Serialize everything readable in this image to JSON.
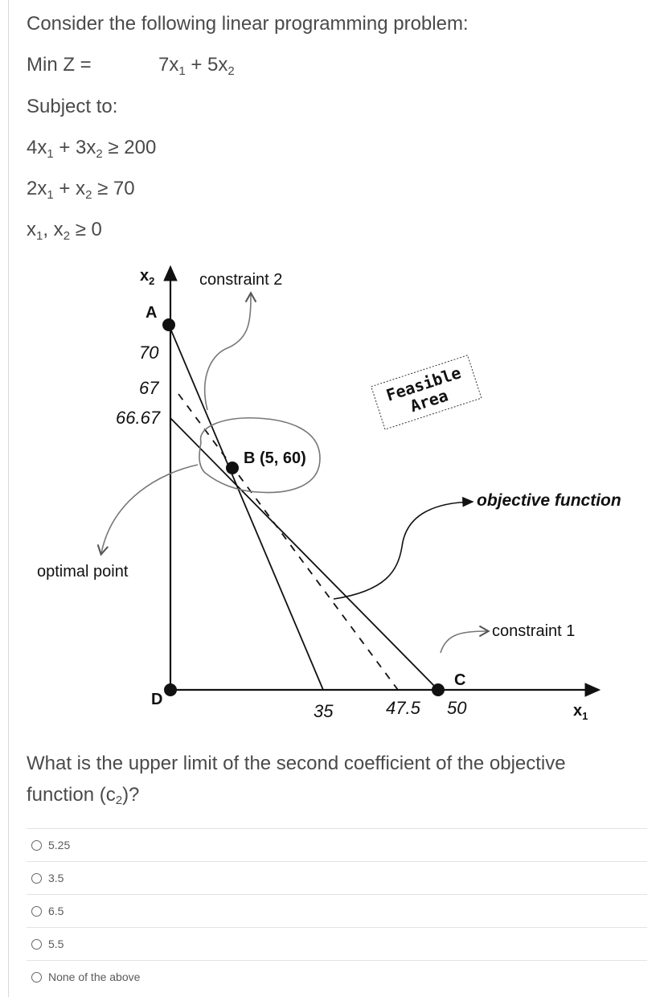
{
  "problem": {
    "intro": "Consider the following linear programming problem:",
    "objective_label": "Min Z =",
    "objective_expr": {
      "c1": "7x",
      "s1": "1",
      "plus": " + 5x",
      "s2": "2"
    },
    "subject_to": "Subject to:",
    "constraint1": {
      "a": "4x",
      "s1": "1",
      "b": " + 3x",
      "s2": "2",
      "c": " ≥ 200"
    },
    "constraint2": {
      "a": "2x",
      "s1": "1",
      "b": " + x",
      "s2": "2",
      "c": " ≥ 70"
    },
    "nonneg": {
      "a": "x",
      "s1": "1",
      "b": ", x",
      "s2": "2",
      "c": " ≥ 0"
    }
  },
  "figure": {
    "x_axis_label": "x",
    "x_axis_sub": "1",
    "y_axis_label": "x",
    "y_axis_sub": "2",
    "point_A": "A",
    "point_B": "B (5, 60)",
    "point_C": "C",
    "point_D": "D",
    "y_tick_70": "70",
    "y_tick_67": "67",
    "y_tick_6667": "66.67",
    "x_tick_35": "35",
    "x_tick_475": "47.5",
    "x_tick_50": "50",
    "constraint2_label": "constraint 2",
    "constraint1_label": "constraint 1",
    "objective_label": "objective function",
    "optimal_label": "optimal point",
    "feasible_line1": "Feasible",
    "feasible_line2": "Area"
  },
  "question": {
    "text": "What is the upper limit of the second coefficient of the objective function (c",
    "sub": "2",
    "end": ")?"
  },
  "options": [
    {
      "label": "5.25"
    },
    {
      "label": "3.5"
    },
    {
      "label": "6.5"
    },
    {
      "label": "5.5"
    },
    {
      "label": "None of the above"
    }
  ]
}
